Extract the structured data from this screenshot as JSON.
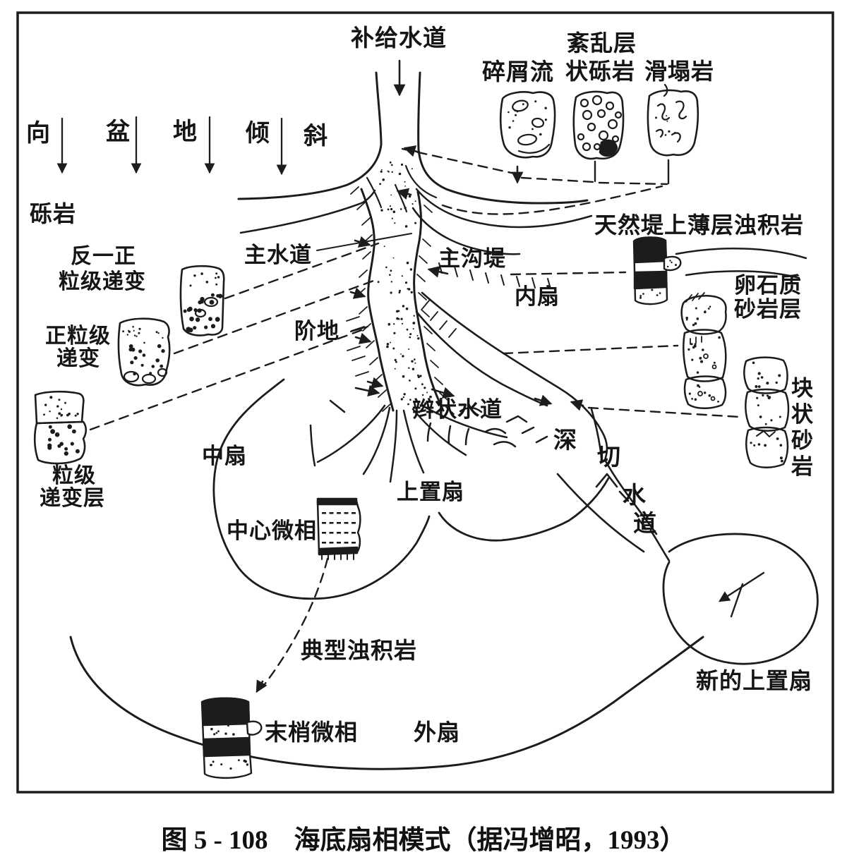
{
  "colors": {
    "ink": "#1c1c1c",
    "paper": "#ffffff"
  },
  "caption": "图 5 - 108　海底扇相模式（据冯增昭，1993）",
  "labels": {
    "supply_channel": "补给水道",
    "debris_flow": "碎屑流",
    "chaotic_layer_line1": "紊乱层",
    "chaotic_layer_line2": "状砾岩",
    "slump_rock": "滑塌岩",
    "dip_chars": [
      "向",
      "盆",
      "地",
      "倾",
      "斜"
    ],
    "conglomerate": "砾岩",
    "reverse_normal_line1": "反一正",
    "reverse_normal_line2": "粒级递变",
    "normal_graded_line1": "正粒级",
    "normal_graded_line2": "递变",
    "graded_layer_line1": "粒级",
    "graded_layer_line2": "递变层",
    "main_channel": "主水道",
    "main_levee": "主沟堤",
    "terrace": "阶地",
    "levee_turbidite": "天然堤上薄层浊积岩",
    "inner_fan": "内扇",
    "pebbly_sandstone_line1": "卵石质",
    "pebbly_sandstone_line2": "砂岩层",
    "massive_sandstone_chars": [
      "块",
      "状",
      "砂",
      "岩"
    ],
    "incised_channel_chars": [
      "深",
      "切",
      "水",
      "道"
    ],
    "braided_channel": "辫状水道",
    "mid_fan": "中扇",
    "suprafan": "上置扇",
    "central_microfacies": "中心微相",
    "typical_turbidite": "典型浊积岩",
    "distal_microfacies": "末梢微相",
    "outer_fan": "外扇",
    "new_suprafan": "新的上置扇"
  }
}
